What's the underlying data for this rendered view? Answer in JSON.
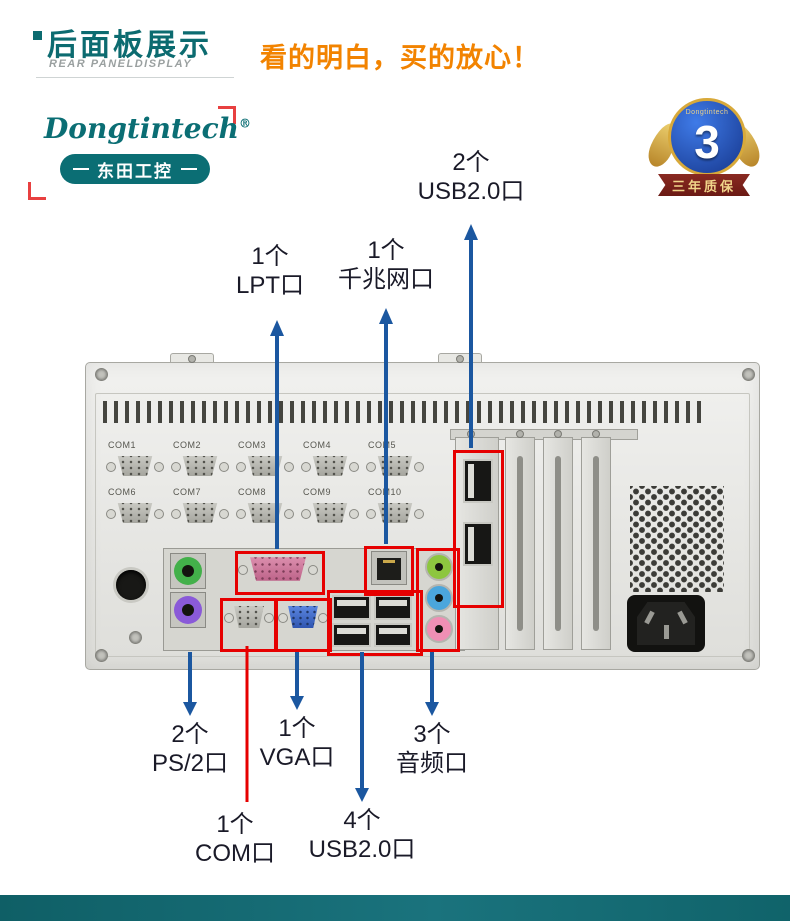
{
  "colors": {
    "teal": "#0c6b70",
    "orange": "#f28300",
    "arrow_blue": "#1b57a0",
    "highlight_red": "#e60000"
  },
  "header": {
    "title_cn": "后面板展示",
    "title_en": "REAR PANELDISPLAY",
    "slogan": "看的明白，买的放心！"
  },
  "logo": {
    "brand": "Dongtintech",
    "reg": "®",
    "brand_cn": "东田工控"
  },
  "badge": {
    "brand": "Dongtintech",
    "number": "3",
    "ribbon": "三年质保"
  },
  "callouts": {
    "usb_top": {
      "count": "2个",
      "label": "USB2.0口"
    },
    "lpt": {
      "count": "1个",
      "label": "LPT口"
    },
    "lan": {
      "count": "1个",
      "label": "千兆网口"
    },
    "ps2": {
      "count": "2个",
      "label": "PS/2口"
    },
    "vga": {
      "count": "1个",
      "label": "VGA口"
    },
    "audio": {
      "count": "3个",
      "label": "音频口"
    },
    "com": {
      "count": "1个",
      "label": "COM口"
    },
    "usb_bottom": {
      "count": "4个",
      "label": "USB2.0口"
    }
  },
  "chassis": {
    "com_ports": [
      "COM1",
      "COM2",
      "COM3",
      "COM4",
      "COM5",
      "COM6",
      "COM7",
      "COM8",
      "COM9",
      "COM10"
    ]
  }
}
